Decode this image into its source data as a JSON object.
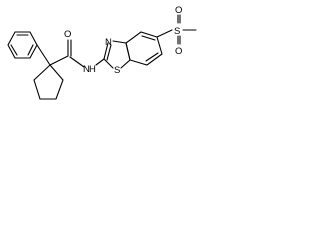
{
  "atoms": {
    "amide_O": "O",
    "amide_N": "N",
    "amide_H": "H",
    "ring_N": "N",
    "ring_S": "S",
    "sulfonyl_S": "S",
    "sulfonyl_O_top": "O",
    "sulfonyl_O_bottom": "O"
  },
  "colors": {
    "ink": "#000000",
    "background": "#ffffff"
  }
}
